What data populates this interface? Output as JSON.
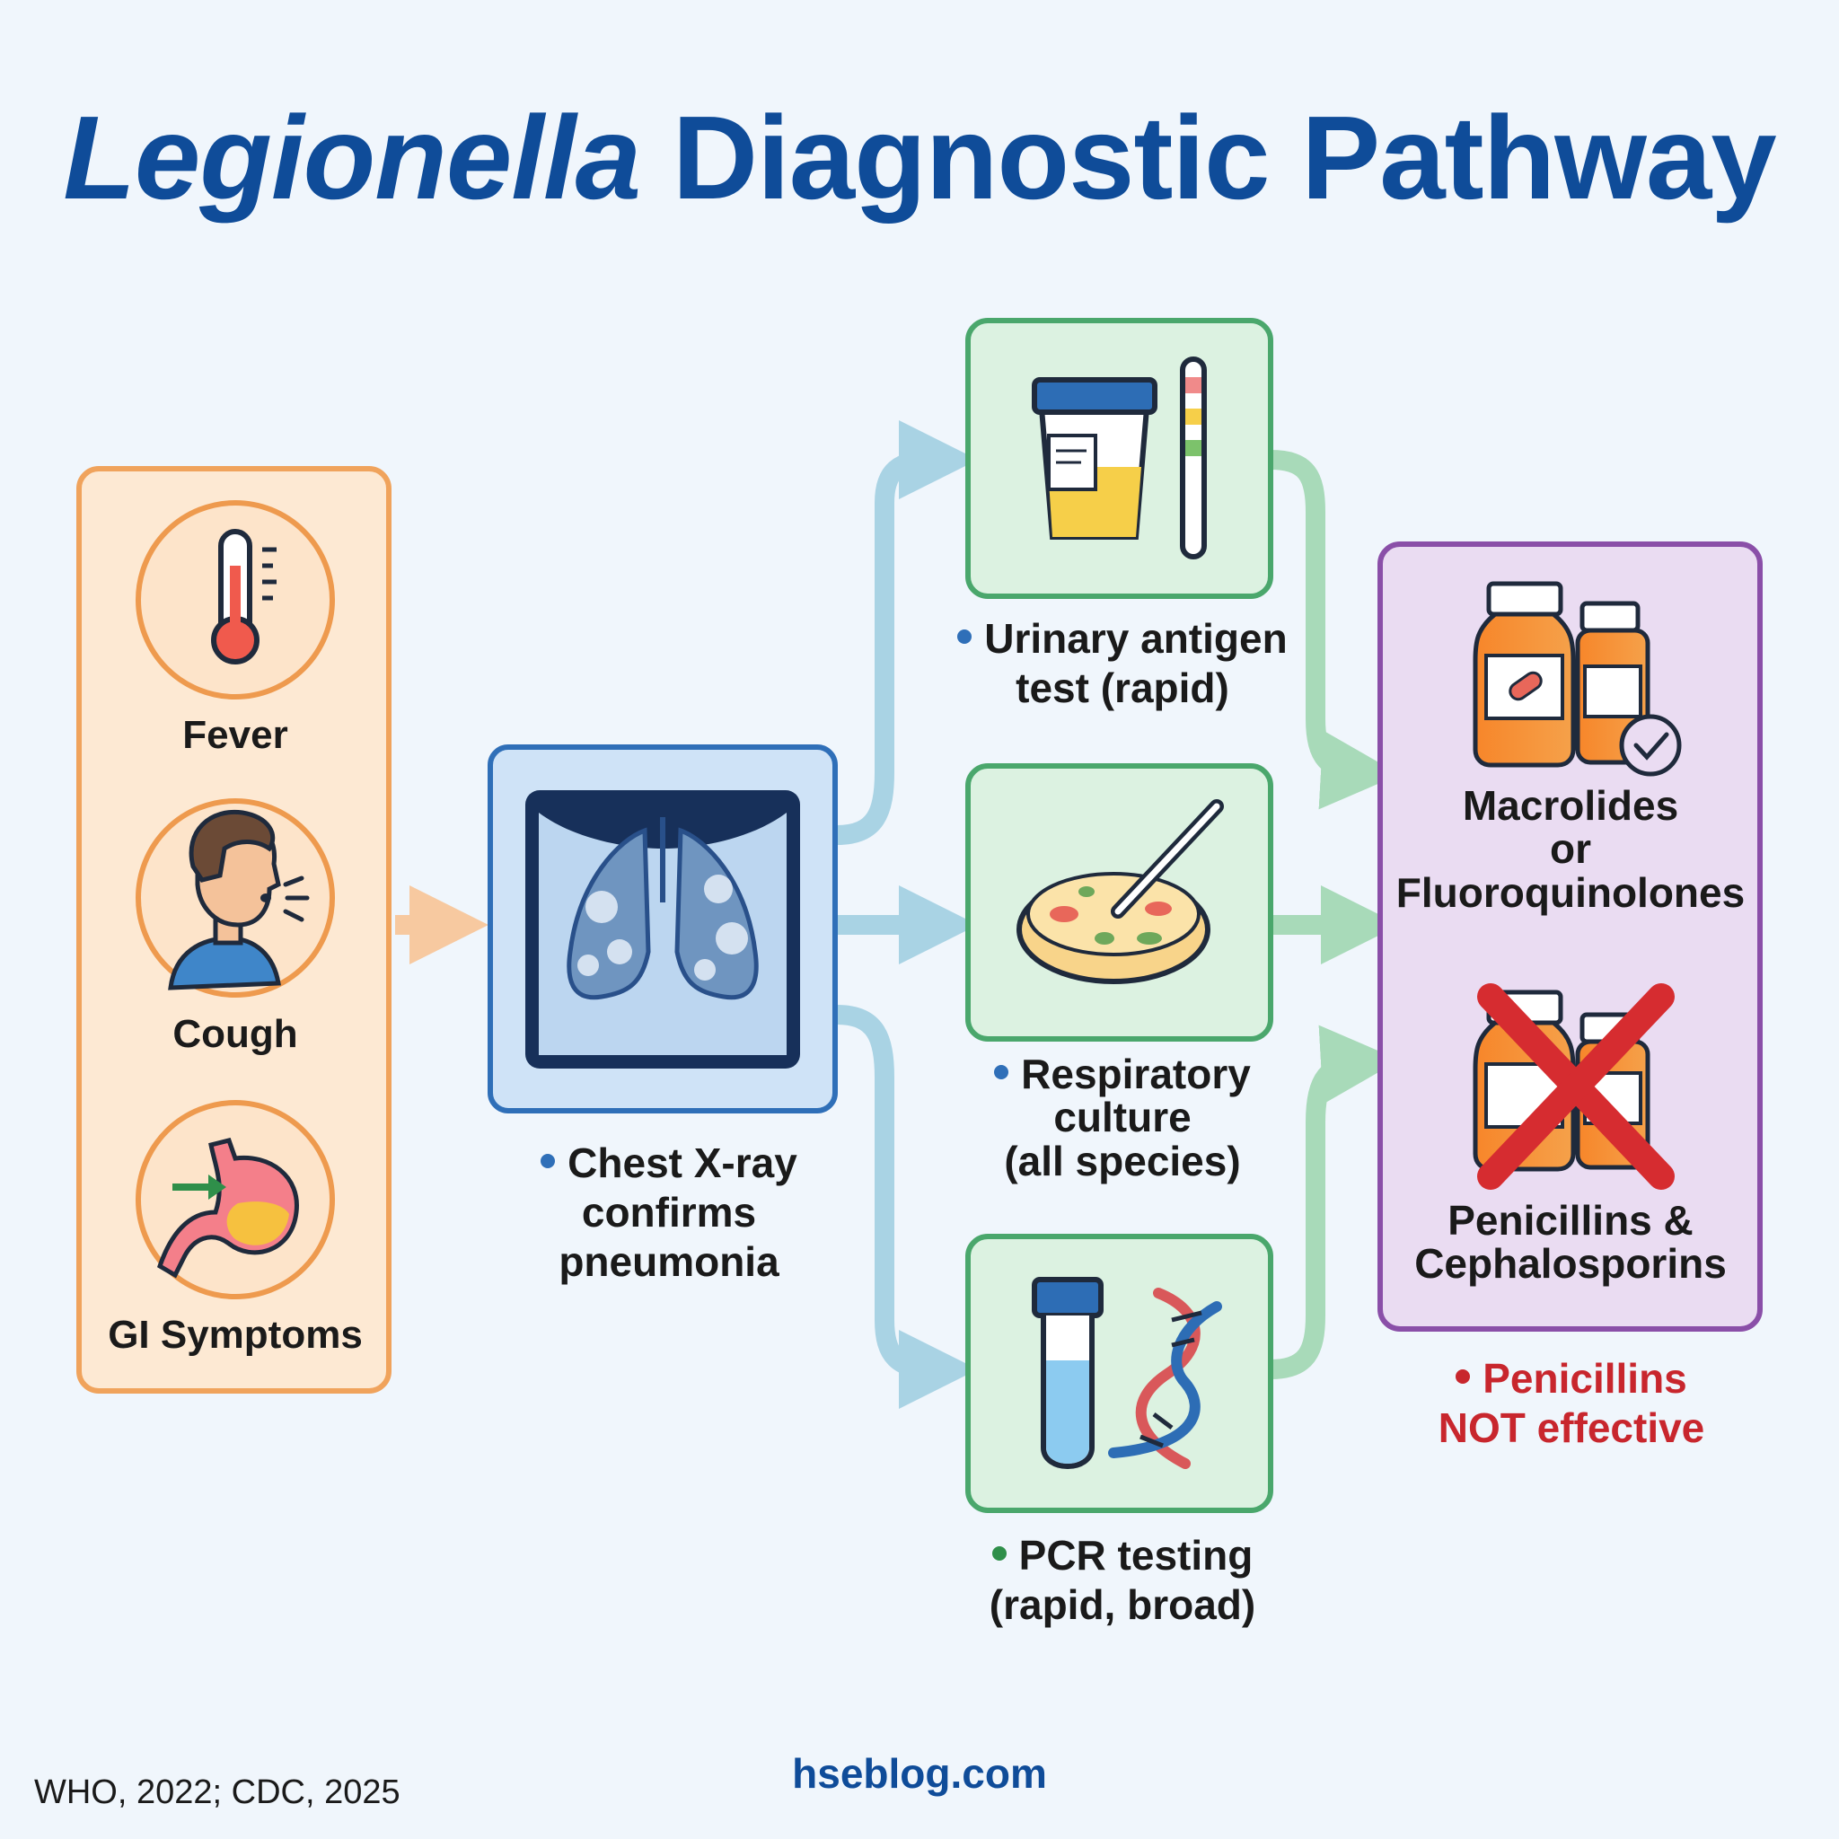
{
  "title": {
    "italic": "Legionella",
    "rest": "Diagnostic Pathway"
  },
  "symptoms": [
    {
      "label": "Fever",
      "icon": "thermometer-icon"
    },
    {
      "label": "Cough",
      "icon": "coughing-person-icon"
    },
    {
      "label": "GI Symptoms",
      "icon": "stomach-icon"
    }
  ],
  "xray": {
    "line1": "Chest X-ray",
    "line2": "confirms",
    "line3": "pneumonia",
    "icon": "chest-xray-icon"
  },
  "tests": [
    {
      "line1": "Urinary antigen",
      "line2": "test (rapid)",
      "line3": "",
      "icon": "urine-cup-test-strip-icon"
    },
    {
      "line1": "Respiratory",
      "line2": "culture",
      "line3": "(all species)",
      "icon": "petri-dish-icon"
    },
    {
      "line1": "PCR testing",
      "line2": "(rapid, broad)",
      "line3": "",
      "icon": "test-tube-dna-icon"
    }
  ],
  "treatment": {
    "effective": {
      "line1": "Macrolides",
      "line2": "or",
      "line3": "Fluoroquinolones",
      "icon": "medicine-bottles-check-icon"
    },
    "ineffective": {
      "line1": "Penicillins &",
      "line2": "Cephalosporins",
      "icon": "crossed-out-bottles-icon"
    },
    "note": {
      "line1": "Penicillins",
      "line2": "NOT effective"
    }
  },
  "footer": {
    "source": "WHO, 2022; CDC, 2025",
    "site": "hseblog.com"
  },
  "colors": {
    "title": "#0f4c99",
    "symptom_border": "#f0a35c",
    "symptom_fill": "#fde9d3",
    "xray_border": "#2f6fb8",
    "xray_fill": "#cfe3f7",
    "test_border": "#4aa76c",
    "test_fill": "#dcf2e1",
    "treatment_border": "#8a4fa8",
    "treatment_fill": "#eadcf2",
    "warning": "#c8262d"
  }
}
